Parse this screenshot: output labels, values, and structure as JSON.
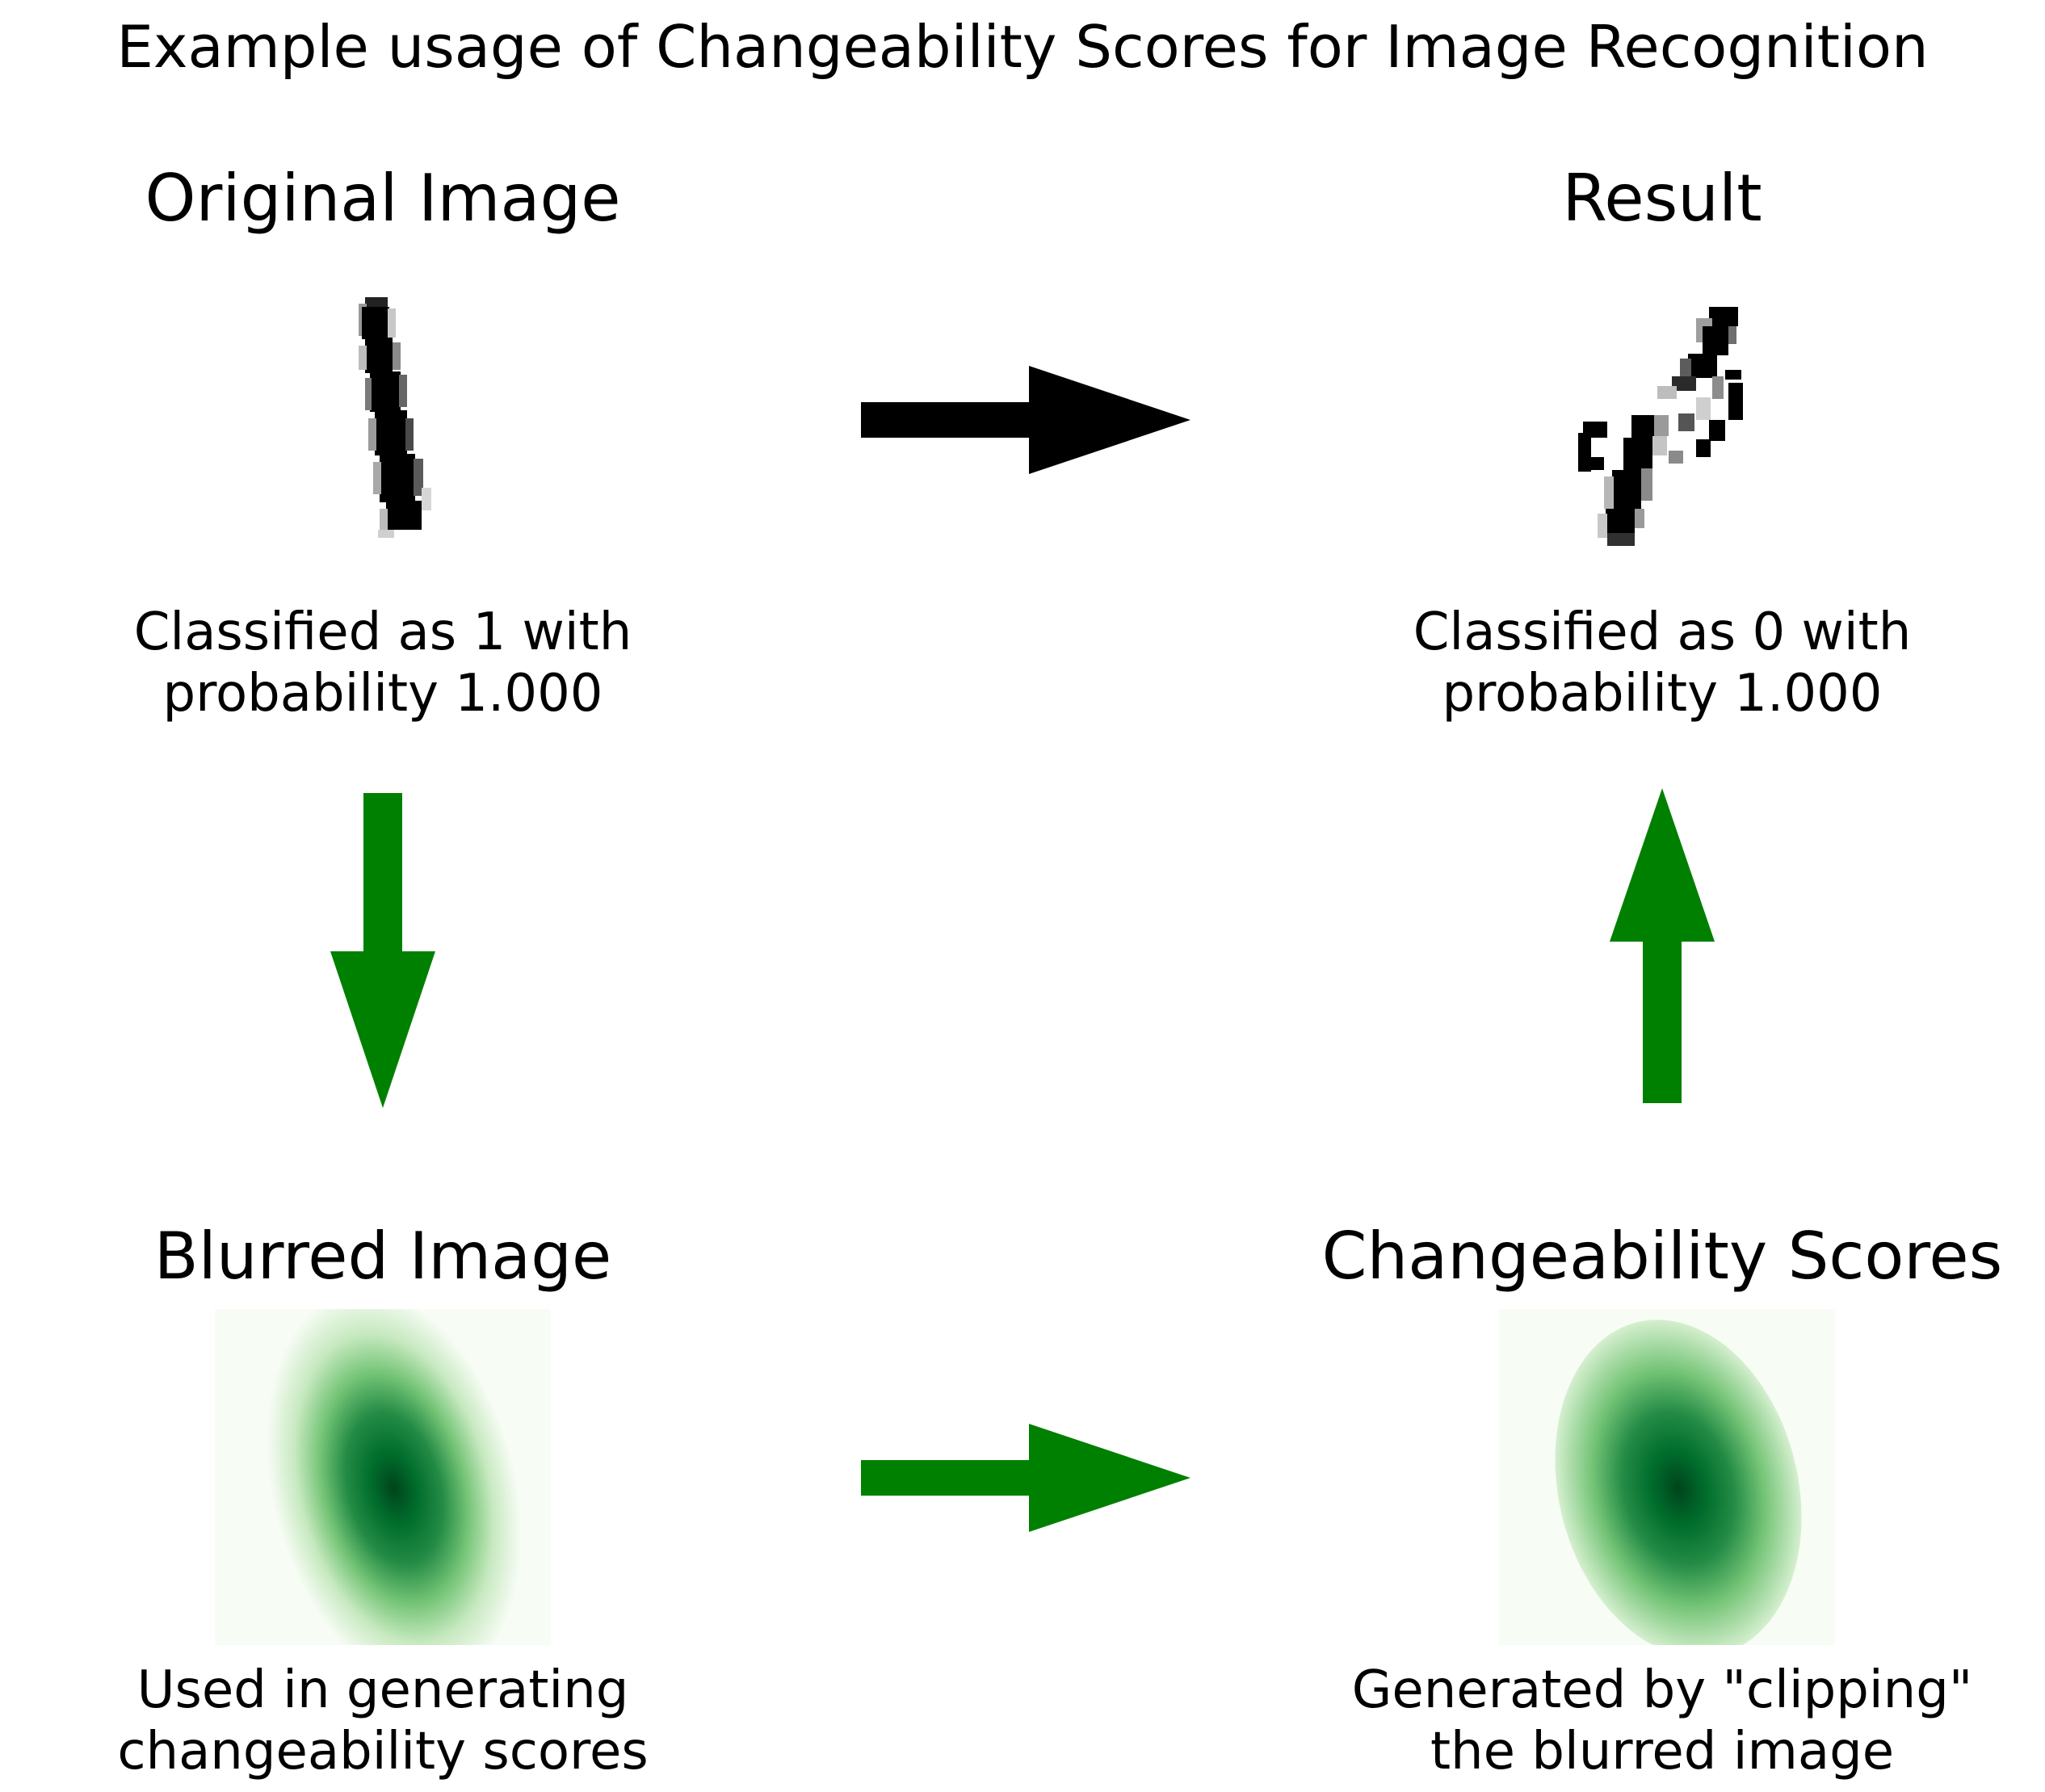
{
  "title": "Example usage of Changeability Scores for Image Recognition",
  "panels": {
    "original": {
      "heading": "Original Image",
      "caption_line1": "Classified as 1 with",
      "caption_line2": "probability 1.000"
    },
    "result": {
      "heading": "Result",
      "caption_line1": "Classified as 0 with",
      "caption_line2": "probability 1.000"
    },
    "blurred": {
      "heading": "Blurred Image",
      "caption_line1": "Used in generating",
      "caption_line2": "changeability scores"
    },
    "scores": {
      "heading": "Changeability Scores",
      "caption_line1": "Generated by \"clipping\"",
      "caption_line2": "the blurred image"
    }
  },
  "colors": {
    "black_arrow": "#000000",
    "green_arrow": "#008000",
    "green_dark": "#00441b",
    "green_light": "#f7fcf5"
  }
}
